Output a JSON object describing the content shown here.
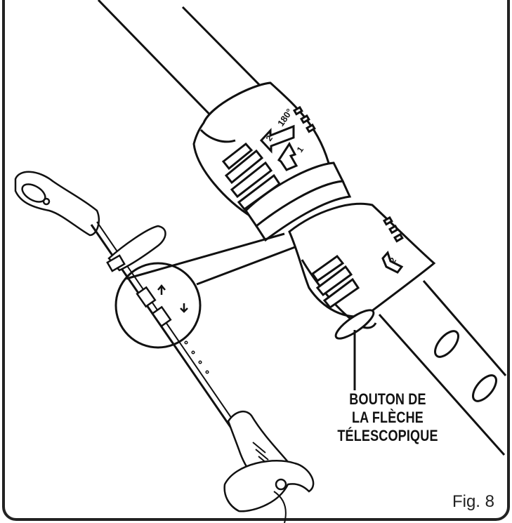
{
  "callout": {
    "line1": "BOUTON DE",
    "line2": "LA FLÈCHE",
    "line3": "TÉLESCOPIQUE"
  },
  "collar_labels": {
    "angle": "180°",
    "step1": "1",
    "step2": "2",
    "step2_top": "2"
  },
  "figure_label": "Fig. 8"
}
